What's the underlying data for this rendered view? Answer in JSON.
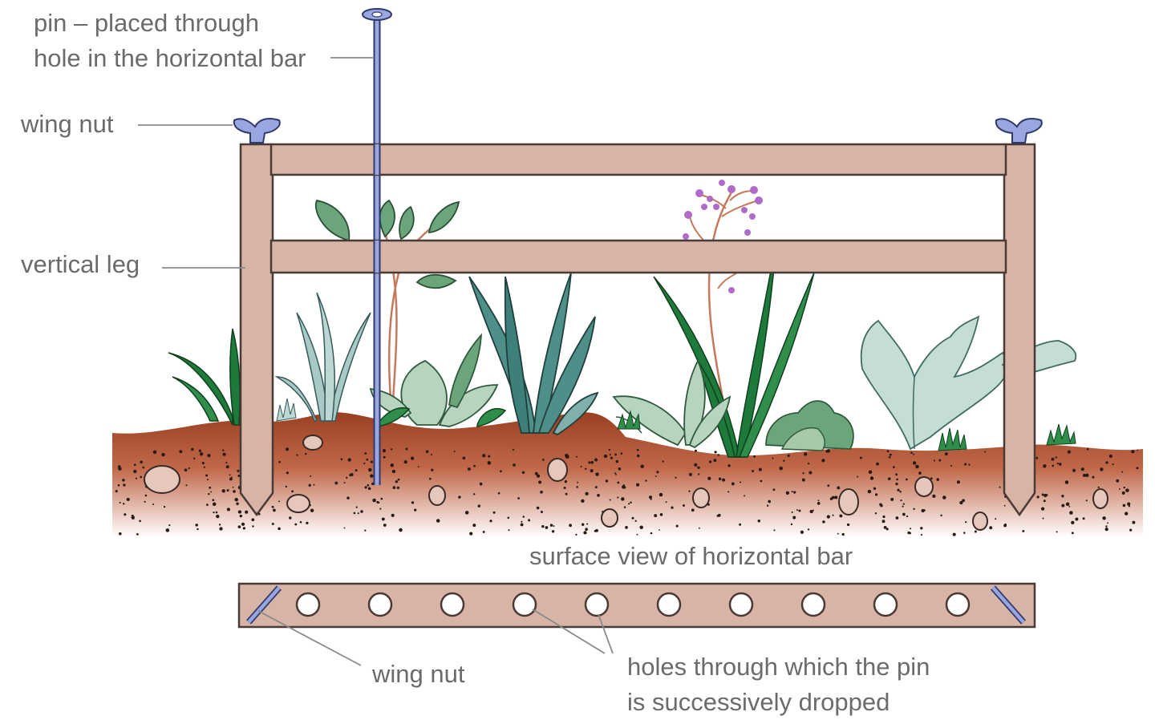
{
  "labels": {
    "pin_line1": "pin – placed through",
    "pin_line2": "hole in the horizontal bar",
    "wing_nut_top": "wing nut",
    "vertical_leg": "vertical leg",
    "surface_view": "surface view of horizontal bar",
    "wing_nut_bottom": "wing nut",
    "holes_line1": "holes through which the pin",
    "holes_line2": "is successively dropped"
  },
  "colors": {
    "wood": "#d8b4a6",
    "wood_edge": "#4a3a36",
    "pin": "#9aa6e0",
    "soil": "#a14a2c",
    "leaf_dark": "#1e7a3a",
    "leaf_mid": "#6aa57c",
    "leaf_teal": "#4f8f8a",
    "leaf_pale": "#c6ddd6",
    "flower": "#b06ac8",
    "leader": "#8a8a8a"
  }
}
